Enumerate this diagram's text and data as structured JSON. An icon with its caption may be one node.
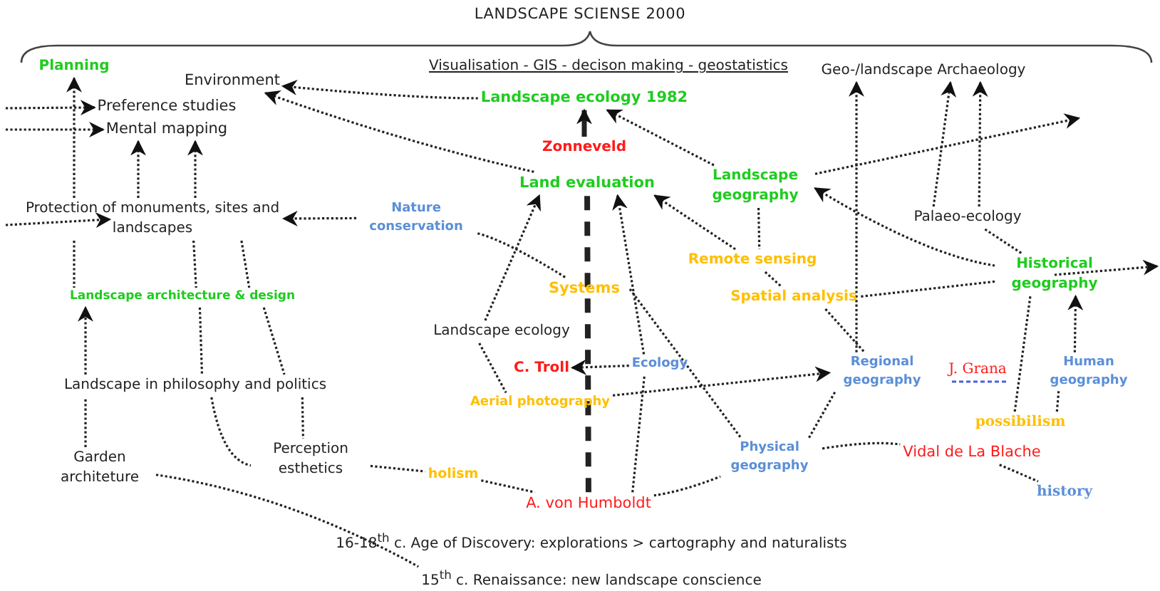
{
  "diagram": {
    "title": "LANDSCAPE SCIENSE 2000",
    "nodes": [
      {
        "text": [
          "Planning"
        ]
      },
      {
        "text": [
          "Environment"
        ]
      },
      {
        "text": [
          "Visualisation - GIS - decison making - geostatistics"
        ]
      },
      {
        "text": [
          "Geo-/landscape Archaeology"
        ]
      },
      {
        "text": [
          "Preference studies"
        ]
      },
      {
        "text": [
          "Mental mapping"
        ]
      },
      {
        "text": [
          "Landscape ecology 1982"
        ]
      },
      {
        "text": [
          "Zonneveld"
        ]
      },
      {
        "text": [
          "Land evaluation"
        ]
      },
      {
        "text": [
          "Protection of monuments, sites and landscapes"
        ]
      },
      {
        "text": [
          "Nature conservation"
        ]
      },
      {
        "text": [
          "Landscape geography"
        ]
      },
      {
        "text": [
          "Palaeo-ecology"
        ]
      },
      {
        "text": [
          "Remote sensing"
        ]
      },
      {
        "text": [
          "Historical geography"
        ]
      },
      {
        "text": [
          "Systems"
        ]
      },
      {
        "text": [
          "Spatial analysis"
        ]
      },
      {
        "text": [
          "Landscape architecture & design"
        ]
      },
      {
        "text": [
          "Landscape ecology"
        ]
      },
      {
        "text": [
          "Ecology"
        ]
      },
      {
        "text": [
          "C. Troll"
        ]
      },
      {
        "text": [
          "Regional geography"
        ]
      },
      {
        "text": [
          "J. Grana"
        ]
      },
      {
        "text": [
          "Human geography"
        ]
      },
      {
        "text": [
          "Landscape in philosophy and politics"
        ]
      },
      {
        "text": [
          "Aerial photography"
        ]
      },
      {
        "text": [
          "possibilism"
        ]
      },
      {
        "text": [
          "Garden architeture"
        ]
      },
      {
        "text": [
          "Perception esthetics"
        ]
      },
      {
        "text": [
          "holism"
        ]
      },
      {
        "text": [
          "Physical geography"
        ]
      },
      {
        "text": [
          "Vidal de La Blache"
        ]
      },
      {
        "text": [
          "A. von Humboldt"
        ]
      },
      {
        "text": [
          "history"
        ]
      },
      {
        "text": [
          "16-18$^{th}$ c. Age of Discovery: explorations > cartography and naturalists"
        ]
      },
      {
        "text": [
          "15$^{th}$ c. Renaissance: new landscape conscience"
        ]
      }
    ],
    "edges": [
      {
        "from": null,
        "to": 4,
        "arrow": "to",
        "style": "dashed"
      },
      {
        "from": null,
        "to": 5,
        "arrow": "to",
        "style": "dashed"
      },
      {
        "from": null,
        "to": 9,
        "arrow": "to",
        "style": "dashed"
      },
      {
        "from": 9,
        "to": 0,
        "arrow": "to",
        "style": "dashed"
      },
      {
        "from": 9,
        "to": 5,
        "arrow": "to",
        "style": "dashed"
      },
      {
        "from": 9,
        "to": 5,
        "arrow": "to",
        "style": "dashed"
      },
      {
        "from": 10,
        "to": 9,
        "arrow": "to",
        "style": "dashed"
      },
      {
        "from": 15,
        "to": 10,
        "arrow": "none",
        "style": "dashed"
      },
      {
        "from": 8,
        "to": 1,
        "arrow": "to",
        "style": "dashed"
      },
      {
        "from": 6,
        "to": 1,
        "arrow": "to",
        "style": "dashed"
      },
      {
        "from": 7,
        "to": 6,
        "arrow": "to",
        "style": "thick"
      },
      {
        "from": 32,
        "to": 8,
        "arrow": "none",
        "style": "dashed"
      },
      {
        "from": 18,
        "to": 8,
        "arrow": "to",
        "style": "dashed"
      },
      {
        "from": 19,
        "to": 8,
        "arrow": "to",
        "style": "dashed"
      },
      {
        "from": 13,
        "to": 8,
        "arrow": "to",
        "style": "dashed"
      },
      {
        "from": 11,
        "to": 6,
        "arrow": "to",
        "style": "dashed"
      },
      {
        "from": 11,
        "to": 13,
        "arrow": "none",
        "style": "dashed"
      },
      {
        "from": 13,
        "to": 16,
        "arrow": "none",
        "style": "dashed"
      },
      {
        "from": 11,
        "to": null,
        "arrow": "to",
        "style": "dashed"
      },
      {
        "from": 12,
        "to": 3,
        "arrow": "to",
        "style": "dashed"
      },
      {
        "from": 12,
        "to": 3,
        "arrow": "to",
        "style": "dashed"
      },
      {
        "from": 21,
        "to": 3,
        "arrow": "to",
        "style": "dashed"
      },
      {
        "from": 14,
        "to": 11,
        "arrow": "to",
        "style": "dashed"
      },
      {
        "from": 14,
        "to": null,
        "arrow": "to",
        "style": "dashed"
      },
      {
        "from": 12,
        "to": 14,
        "arrow": "none",
        "style": "dashed"
      },
      {
        "from": 25,
        "to": 21,
        "arrow": "to",
        "style": "dashed"
      },
      {
        "from": 14,
        "to": 16,
        "arrow": "none",
        "style": "dashed"
      },
      {
        "from": 32,
        "to": 19,
        "arrow": "none",
        "style": "dashed"
      },
      {
        "from": 15,
        "to": 30,
        "arrow": "none",
        "style": "dashed"
      },
      {
        "from": 16,
        "to": 21,
        "arrow": "none",
        "style": "dashed"
      },
      {
        "from": 30,
        "to": 21,
        "arrow": "none",
        "style": "dashed"
      },
      {
        "from": 30,
        "to": 31,
        "arrow": "none",
        "style": "dashed"
      },
      {
        "from": 32,
        "to": 30,
        "arrow": "none",
        "style": "dashed"
      },
      {
        "from": 28,
        "to": 29,
        "arrow": "none",
        "style": "dashed"
      },
      {
        "from": 29,
        "to": 32,
        "arrow": "none",
        "style": "dashed"
      },
      {
        "from": 24,
        "to": 28,
        "arrow": "none",
        "style": "dashed"
      },
      {
        "from": 24,
        "to": 28,
        "arrow": "none",
        "style": "dashed"
      },
      {
        "from": 9,
        "to": 17,
        "arrow": "none",
        "style": "dashed"
      },
      {
        "from": 9,
        "to": 17,
        "arrow": "none",
        "style": "dashed"
      },
      {
        "from": 9,
        "to": 17,
        "arrow": "none",
        "style": "dashed"
      },
      {
        "from": 17,
        "to": 24,
        "arrow": "none",
        "style": "dashed"
      },
      {
        "from": 17,
        "to": 24,
        "arrow": "none",
        "style": "dashed"
      },
      {
        "from": 24,
        "to": 17,
        "arrow": "to",
        "style": "dashed"
      },
      {
        "from": 27,
        "to": 24,
        "arrow": "none",
        "style": "dashed"
      },
      {
        "from": 27,
        "to": 35,
        "arrow": "none",
        "style": "dashed"
      },
      {
        "from": 31,
        "to": 33,
        "arrow": "none",
        "style": "dashed"
      },
      {
        "from": 23,
        "to": 14,
        "arrow": "to",
        "style": "dashed"
      },
      {
        "from": 26,
        "to": 23,
        "arrow": "none",
        "style": "dashed"
      },
      {
        "from": 26,
        "to": 14,
        "arrow": "none",
        "style": "dashed"
      },
      {
        "from": 19,
        "to": 20,
        "arrow": "to",
        "style": "dashed"
      },
      {
        "from": 18,
        "to": 25,
        "arrow": "none",
        "style": "dashed"
      }
    ]
  }
}
